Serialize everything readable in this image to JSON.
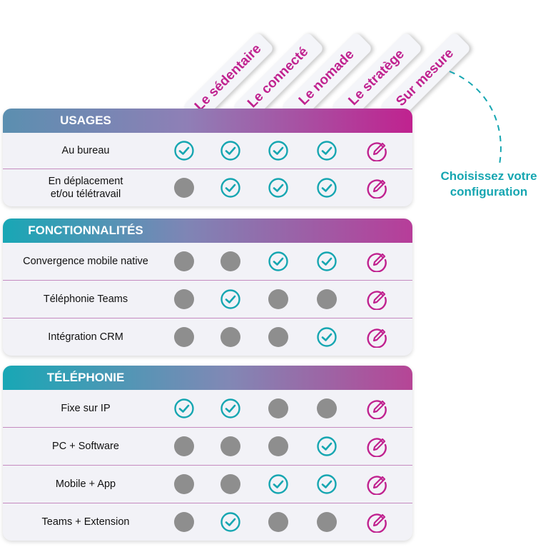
{
  "columns": [
    "Le sédentaire",
    "Le connecté",
    "Le nomade",
    "Le stratège",
    "Sur mesure"
  ],
  "side_note": {
    "line1": "Choisissez votre",
    "line2": "configuration"
  },
  "colors": {
    "check": "#16a6b1",
    "custom": "#c0228f",
    "unavailable": "#8e8e8e"
  },
  "icons": {
    "check": "check-circle-icon",
    "unavailable": "grey-dot-icon",
    "custom": "edit-pencil-icon"
  },
  "sections": [
    {
      "title": "USAGES",
      "rows": [
        {
          "label": "Au bureau",
          "values": [
            "check",
            "check",
            "check",
            "check",
            "custom"
          ]
        },
        {
          "label": "En déplacement\net/ou télétravail",
          "values": [
            "none",
            "check",
            "check",
            "check",
            "custom"
          ]
        }
      ]
    },
    {
      "title": "FONCTIONNALITÉS",
      "rows": [
        {
          "label": "Convergence mobile native",
          "values": [
            "none",
            "none",
            "check",
            "check",
            "custom"
          ]
        },
        {
          "label": "Téléphonie Teams",
          "values": [
            "none",
            "check",
            "none",
            "none",
            "custom"
          ]
        },
        {
          "label": "Intégration CRM",
          "values": [
            "none",
            "none",
            "none",
            "check",
            "custom"
          ]
        }
      ]
    },
    {
      "title": "TÉLÉPHONIE",
      "rows": [
        {
          "label": "Fixe sur IP",
          "values": [
            "check",
            "check",
            "none",
            "none",
            "custom"
          ]
        },
        {
          "label": "PC + Software",
          "values": [
            "none",
            "none",
            "none",
            "check",
            "custom"
          ]
        },
        {
          "label": "Mobile + App",
          "values": [
            "none",
            "none",
            "check",
            "check",
            "custom"
          ]
        },
        {
          "label": "Teams + Extension",
          "values": [
            "none",
            "check",
            "none",
            "none",
            "custom"
          ]
        }
      ]
    }
  ]
}
